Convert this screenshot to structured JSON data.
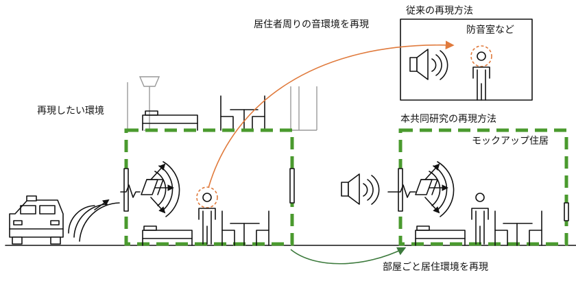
{
  "labels": {
    "scene_to_reproduce": "再現したい環境",
    "conventional_method": "従来の再現方法",
    "soundproof_room": "防音室など",
    "joint_research_method": "本共同研究の再現方法",
    "mockup_house": "モックアップ住居",
    "resident_sound_env": "居住者周りの音環境を再現",
    "room_living_env": "部屋ごと居住環境を再現"
  },
  "colors": {
    "green_dash": "#4a9a2e",
    "orange_arrow": "#e07a3c",
    "green_arrow": "#3c7a3c",
    "orange_circle": "#e07a3c",
    "line": "#111111"
  },
  "icons": [
    "car-icon",
    "speaker-icon",
    "person-icon",
    "bed-icon",
    "table-chair-icon",
    "sound-wave-icon",
    "window-icon"
  ]
}
